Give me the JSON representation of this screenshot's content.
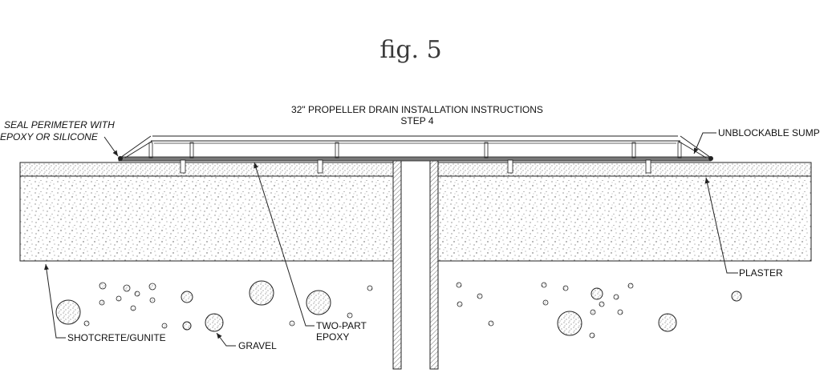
{
  "figure_label": "fig. 5",
  "drawing_title": {
    "line1": "32\" PROPELLER DRAIN INSTALLATION INSTRUCTIONS",
    "line2": "STEP 4"
  },
  "callouts": {
    "seal_perimeter_line1": "SEAL PERIMETER WITH",
    "seal_perimeter_line2": "EPOXY OR SILICONE",
    "unblockable_sump": "UNBLOCKABLE SUMP",
    "plaster": "PLASTER",
    "shotcrete": "SHOTCRETE/GUNITE",
    "gravel": "GRAVEL",
    "two_part_epoxy_line1": "TWO-PART",
    "two_part_epoxy_line2": "EPOXY"
  },
  "colors": {
    "line": "#222222",
    "stipple": "#555555",
    "background": "#ffffff"
  }
}
